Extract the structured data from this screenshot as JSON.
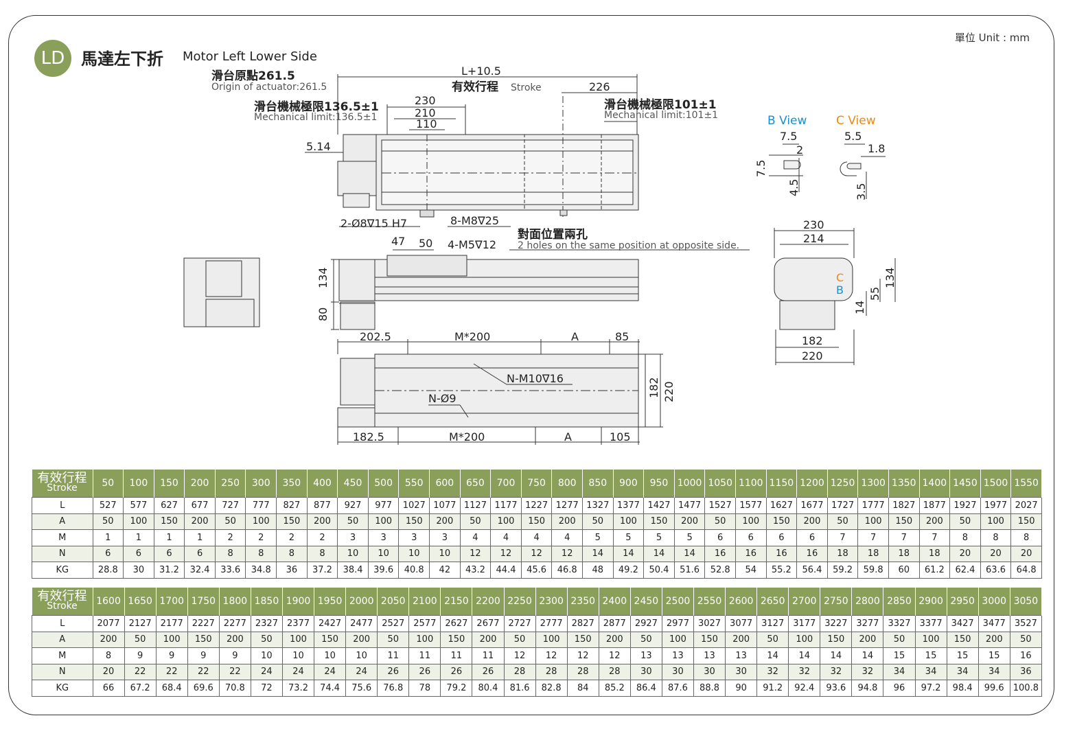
{
  "header": {
    "badge": "LD",
    "title_zh": "馬達左下折",
    "title_en": "Motor Left Lower Side",
    "unit": "單位 Unit : mm"
  },
  "drawing": {
    "origin_zh": "滑台原點261.5",
    "origin_en": "Origin of actuator:261.5",
    "l_dim": "L+10.5",
    "stroke_zh": "有效行程",
    "stroke_en": "Stroke",
    "dim_226": "226",
    "mech_left_zh": "滑台機械極限136.5±1",
    "mech_left_en": "Mechanical limit:136.5±1",
    "mech_right_zh": "滑台機械極限101±1",
    "mech_right_en": "Mechanical limit:101±1",
    "dim_230": "230",
    "dim_210": "210",
    "dim_110": "110",
    "dim_514": "5.14",
    "hole_dowel": "2-Ø8∇15 H7",
    "hole_m8": "8-M8∇25",
    "opposite_zh": "對面位置兩孔",
    "opposite_en": "2 holes on the same position at opposite side.",
    "dim_47": "47",
    "dim_50": "50",
    "hole_m5": "4-M5∇12",
    "dim_134": "134",
    "dim_80": "80",
    "dim_2025": "202.5",
    "dim_m200_top": "M*200",
    "dim_a_top": "A",
    "dim_85": "85",
    "hole_m10": "N-M10∇16",
    "hole_d9": "N-Ø9",
    "dim_182_side": "182",
    "dim_220_side": "220",
    "dim_1825": "182.5",
    "dim_m200_bot": "M*200",
    "dim_a_bot": "A",
    "dim_105": "105",
    "b_view": "B View",
    "c_view": "C View",
    "b_75a": "7.5",
    "b_2": "2",
    "b_75b": "7.5",
    "b_45": "4.5",
    "c_55": "5.5",
    "c_18": "1.8",
    "c_35": "3.5",
    "end_230": "230",
    "end_214": "214",
    "end_134": "134",
    "end_55": "55",
    "end_14": "14",
    "end_182": "182",
    "end_220": "220",
    "label_c": "C",
    "label_b": "B"
  },
  "colors": {
    "accent": "#8aa05a",
    "b_view": "#1a8fd0",
    "c_view": "#e88a1a"
  },
  "table": {
    "head_zh": "有效行程",
    "head_en": "Stroke",
    "row_labels": [
      "L",
      "A",
      "M",
      "N",
      "KG"
    ],
    "block1": {
      "stroke": [
        "50",
        "100",
        "150",
        "200",
        "250",
        "300",
        "350",
        "400",
        "450",
        "500",
        "550",
        "600",
        "650",
        "700",
        "750",
        "800",
        "850",
        "900",
        "950",
        "1000",
        "1050",
        "1100",
        "1150",
        "1200",
        "1250",
        "1300",
        "1350",
        "1400",
        "1450",
        "1500",
        "1550"
      ],
      "L": [
        "527",
        "577",
        "627",
        "677",
        "727",
        "777",
        "827",
        "877",
        "927",
        "977",
        "1027",
        "1077",
        "1127",
        "1177",
        "1227",
        "1277",
        "1327",
        "1377",
        "1427",
        "1477",
        "1527",
        "1577",
        "1627",
        "1677",
        "1727",
        "1777",
        "1827",
        "1877",
        "1927",
        "1977",
        "2027"
      ],
      "A": [
        "50",
        "100",
        "150",
        "200",
        "50",
        "100",
        "150",
        "200",
        "50",
        "100",
        "150",
        "200",
        "50",
        "100",
        "150",
        "200",
        "50",
        "100",
        "150",
        "200",
        "50",
        "100",
        "150",
        "200",
        "50",
        "100",
        "150",
        "200",
        "50",
        "100",
        "150"
      ],
      "M": [
        "1",
        "1",
        "1",
        "1",
        "2",
        "2",
        "2",
        "2",
        "3",
        "3",
        "3",
        "3",
        "4",
        "4",
        "4",
        "4",
        "5",
        "5",
        "5",
        "5",
        "6",
        "6",
        "6",
        "6",
        "7",
        "7",
        "7",
        "7",
        "8",
        "8",
        "8"
      ],
      "N": [
        "6",
        "6",
        "6",
        "6",
        "8",
        "8",
        "8",
        "8",
        "10",
        "10",
        "10",
        "10",
        "12",
        "12",
        "12",
        "12",
        "14",
        "14",
        "14",
        "14",
        "16",
        "16",
        "16",
        "16",
        "18",
        "18",
        "18",
        "18",
        "20",
        "20",
        "20"
      ],
      "KG": [
        "28.8",
        "30",
        "31.2",
        "32.4",
        "33.6",
        "34.8",
        "36",
        "37.2",
        "38.4",
        "39.6",
        "40.8",
        "42",
        "43.2",
        "44.4",
        "45.6",
        "46.8",
        "48",
        "49.2",
        "50.4",
        "51.6",
        "52.8",
        "54",
        "55.2",
        "56.4",
        "59.2",
        "59.8",
        "60",
        "61.2",
        "62.4",
        "63.6",
        "64.8"
      ]
    },
    "block2": {
      "stroke": [
        "1600",
        "1650",
        "1700",
        "1750",
        "1800",
        "1850",
        "1900",
        "1950",
        "2000",
        "2050",
        "2100",
        "2150",
        "2200",
        "2250",
        "2300",
        "2350",
        "2400",
        "2450",
        "2500",
        "2550",
        "2600",
        "2650",
        "2700",
        "2750",
        "2800",
        "2850",
        "2900",
        "2950",
        "3000",
        "3050"
      ],
      "L": [
        "2077",
        "2127",
        "2177",
        "2227",
        "2277",
        "2327",
        "2377",
        "2427",
        "2477",
        "2527",
        "2577",
        "2627",
        "2677",
        "2727",
        "2777",
        "2827",
        "2877",
        "2927",
        "2977",
        "3027",
        "3077",
        "3127",
        "3177",
        "3227",
        "3277",
        "3327",
        "3377",
        "3427",
        "3477",
        "3527"
      ],
      "A": [
        "200",
        "50",
        "100",
        "150",
        "200",
        "50",
        "100",
        "150",
        "200",
        "50",
        "100",
        "150",
        "200",
        "50",
        "100",
        "150",
        "200",
        "50",
        "100",
        "150",
        "200",
        "50",
        "100",
        "150",
        "200",
        "50",
        "100",
        "150",
        "200",
        "50"
      ],
      "M": [
        "8",
        "9",
        "9",
        "9",
        "9",
        "10",
        "10",
        "10",
        "10",
        "11",
        "11",
        "11",
        "11",
        "12",
        "12",
        "12",
        "12",
        "13",
        "13",
        "13",
        "13",
        "14",
        "14",
        "14",
        "14",
        "15",
        "15",
        "15",
        "15",
        "16"
      ],
      "N": [
        "20",
        "22",
        "22",
        "22",
        "22",
        "24",
        "24",
        "24",
        "24",
        "26",
        "26",
        "26",
        "26",
        "28",
        "28",
        "28",
        "28",
        "30",
        "30",
        "30",
        "30",
        "32",
        "32",
        "32",
        "32",
        "34",
        "34",
        "34",
        "34",
        "36"
      ],
      "KG": [
        "66",
        "67.2",
        "68.4",
        "69.6",
        "70.8",
        "72",
        "73.2",
        "74.4",
        "75.6",
        "76.8",
        "78",
        "79.2",
        "80.4",
        "81.6",
        "82.8",
        "84",
        "85.2",
        "86.4",
        "87.6",
        "88.8",
        "90",
        "91.2",
        "92.4",
        "93.6",
        "94.8",
        "96",
        "97.2",
        "98.4",
        "99.6",
        "100.8"
      ]
    }
  }
}
